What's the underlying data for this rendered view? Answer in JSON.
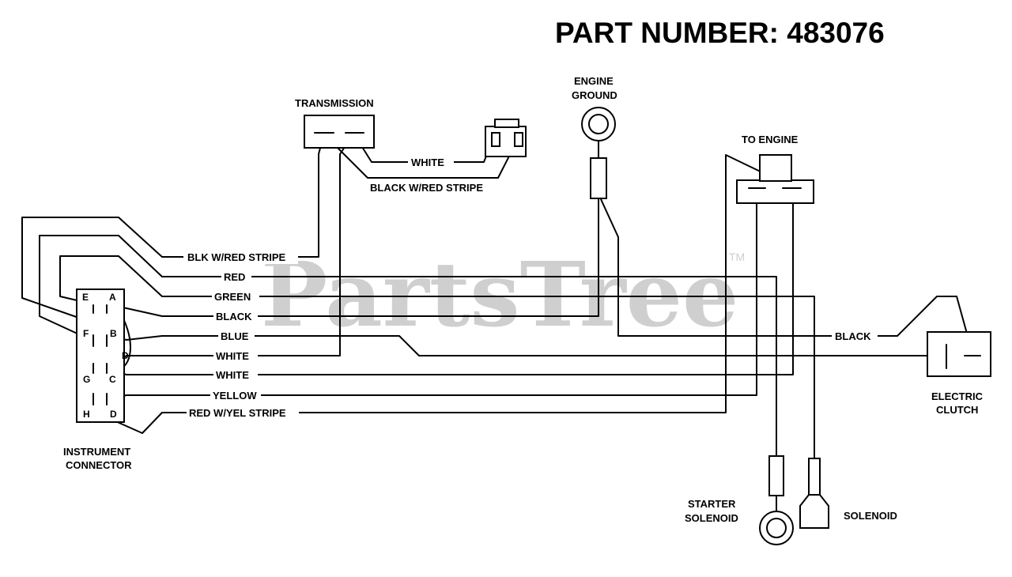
{
  "title": "PART NUMBER: 483076",
  "watermark": {
    "text": "PartsTree",
    "tm": "TM"
  },
  "components": {
    "transmission": "TRANSMISSION",
    "engine_ground_line1": "ENGINE",
    "engine_ground_line2": "GROUND",
    "to_engine": "TO ENGINE",
    "electric_clutch_line1": "ELECTRIC",
    "electric_clutch_line2": "CLUTCH",
    "instrument_connector_line1": "INSTRUMENT",
    "instrument_connector_line2": "CONNECTOR",
    "starter_solenoid_line1": "STARTER",
    "starter_solenoid_line2": "SOLENOID",
    "solenoid": "SOLENOID"
  },
  "connector_pins": [
    "E",
    "A",
    "F",
    "B",
    "G",
    "C",
    "H",
    "D",
    "D"
  ],
  "wires": {
    "white_top": "WHITE",
    "black_red_top": "BLACK W/RED STRIPE",
    "blk_red": "BLK W/RED STRIPE",
    "red": "RED",
    "green": "GREEN",
    "black": "BLACK",
    "blue": "BLUE",
    "white1": "WHITE",
    "white2": "WHITE",
    "yellow": "YELLOW",
    "red_yel": "RED W/YEL STRIPE",
    "black_clutch": "BLACK"
  },
  "colors": {
    "ink": "#000000",
    "watermark": "#cfcfcf",
    "background": "#ffffff"
  }
}
